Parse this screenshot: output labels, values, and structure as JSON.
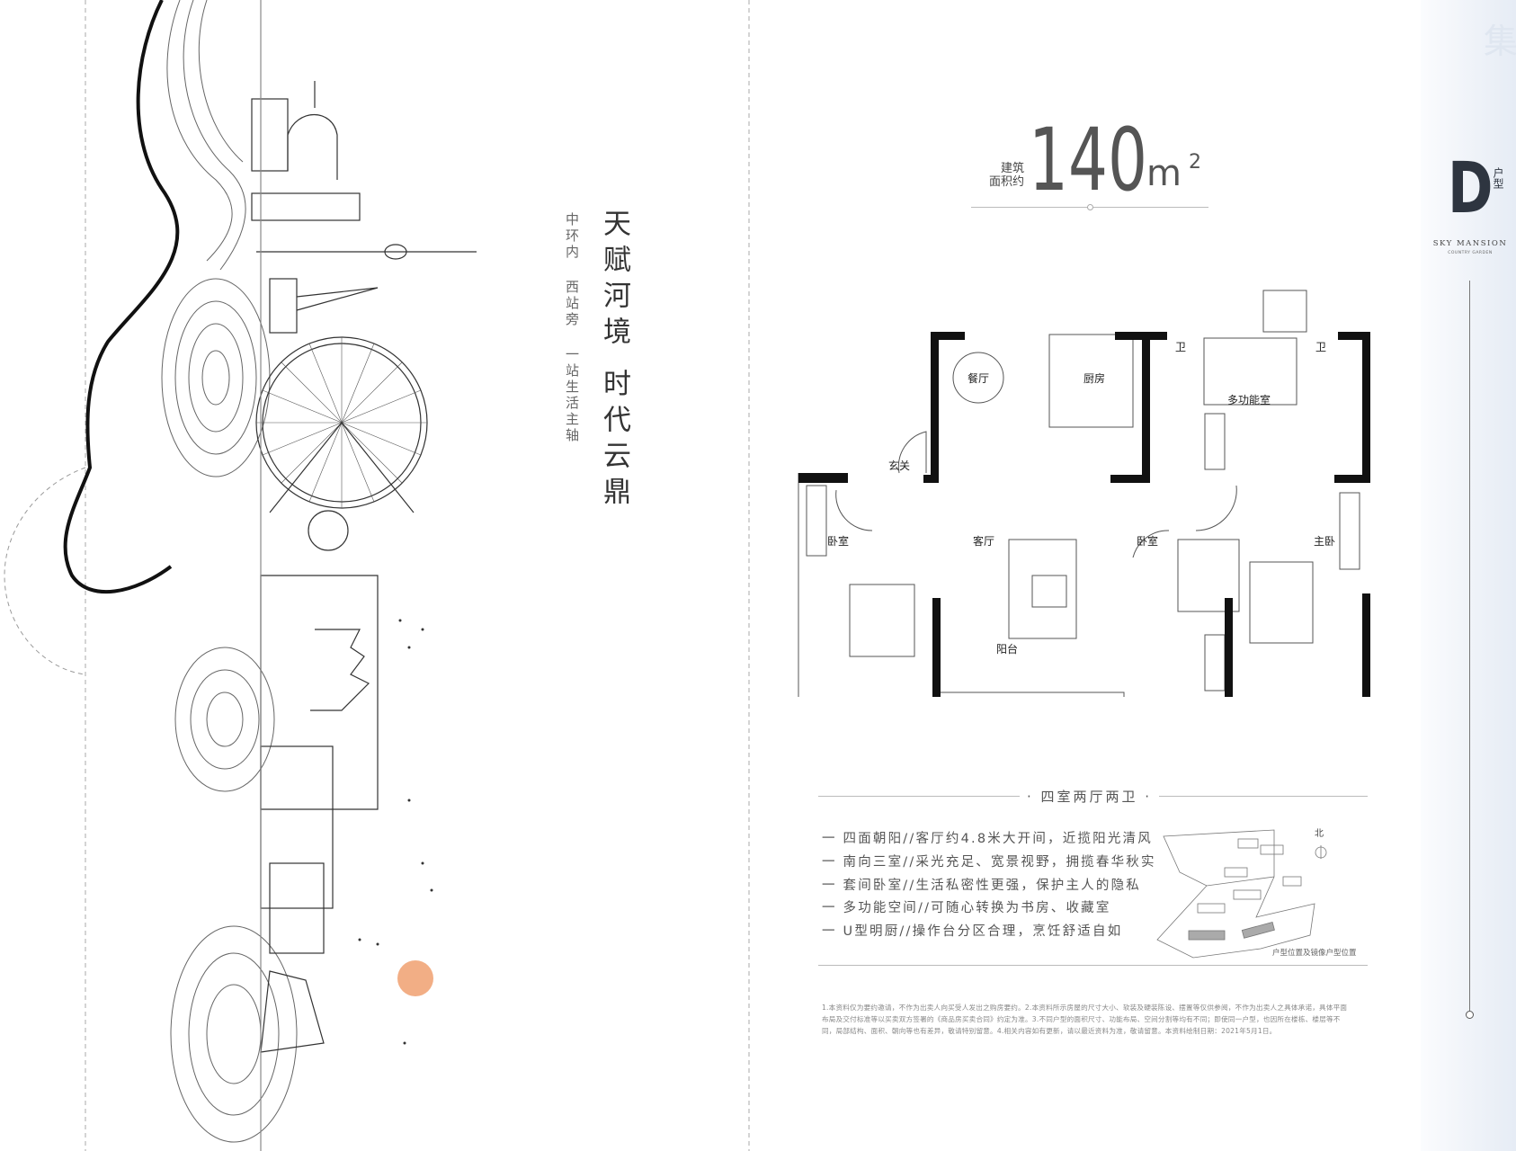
{
  "left": {
    "subtitle_vertical": "中环内 西站旁 一站生活主轴",
    "title_vertical_1": "天赋河境",
    "title_vertical_2": "时代云鼎"
  },
  "header": {
    "area_label_1": "建筑",
    "area_label_2": "面积约",
    "area_value": "140",
    "area_unit": "m",
    "area_unit_sup": "2"
  },
  "floorplan": {
    "rooms": {
      "dining": "餐厅",
      "kitchen": "厨房",
      "bath_1": "卫",
      "multi": "多功能室",
      "bath_2": "卫",
      "foyer": "玄关",
      "bedroom_1": "卧室",
      "living": "客厅",
      "bedroom_2": "卧室",
      "master": "主卧",
      "balcony": "阳台"
    }
  },
  "layout_title": "· 四室两厅两卫 ·",
  "features": [
    "一  四面朝阳//客厅约4.8米大开间，近揽阳光清风",
    "一  南向三室//采光充足、宽景视野，拥揽春华秋实",
    "一  套间卧室//生活私密性更强，保护主人的隐私",
    "一  多功能空间//可随心转换为书房、收藏室",
    "一  U型明厨//操作台分区合理，烹饪舒适自如"
  ],
  "site_map": {
    "north_label": "北",
    "caption": "户型位置及镜像户型位置"
  },
  "disclaimer": "1.本资料仅为要约邀请，不作为出卖人向买受人发出之购房要约。2.本资料所示房屋的尺寸大小、软装及硬装陈设、摆置等仅供参阅，不作为出卖人之具体承诺，具体平面布局及交付标准等以买卖双方签署的《商品房买卖合同》约定为准。3.不同户型的面积尺寸、功能布局、空间分割等均有不同；即使同一户型，也因所在楼栋、楼层等不同，局部结构、面积、朝向等也有差异，敬请特别留意。4.相关内容如有更新，请以最近资料为准，敬请留意。本资料绘制日期：2021年5月1日。",
  "brand": {
    "type_letter": "D",
    "type_label": "户型",
    "name": "SKY MANSION",
    "sub": "COUNTRY GARDEN",
    "watermark": "集"
  },
  "colors": {
    "sun": "#f0a070",
    "dark": "#2e3540",
    "strip": "#e9eef6"
  }
}
